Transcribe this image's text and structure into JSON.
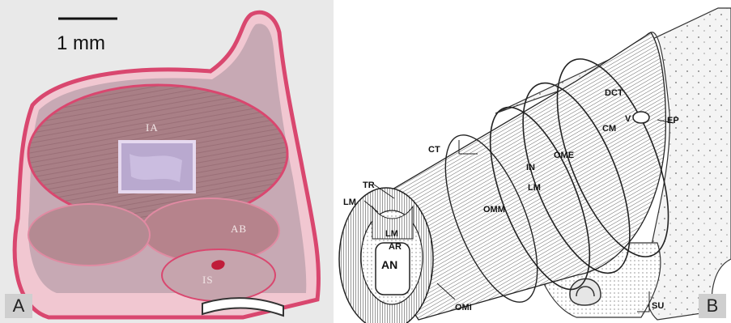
{
  "panel_a": {
    "scale_bar_label": "1 mm",
    "panel_letter": "A",
    "labels": {
      "ia": "IA",
      "ab": "AB",
      "is": "IS"
    }
  },
  "panel_b": {
    "panel_letter": "B",
    "labels": {
      "dct": "DCT",
      "v": "V",
      "ep": "EP",
      "cm": "CM",
      "ome": "OME",
      "ct": "CT",
      "in": "IN",
      "lm_outer": "LM",
      "tr": "TR",
      "lm_left": "LM",
      "omm": "OMM",
      "lm_inner": "LM",
      "ar": "AR",
      "an": "AN",
      "omi": "OMI",
      "su": "SU"
    }
  },
  "colors": {
    "tissue_pink": "#d96b8a",
    "muscle_mauve": "#a77e86",
    "nerve_lilac": "#b9a9cf",
    "panel_a_background": "#e9e9e9"
  }
}
